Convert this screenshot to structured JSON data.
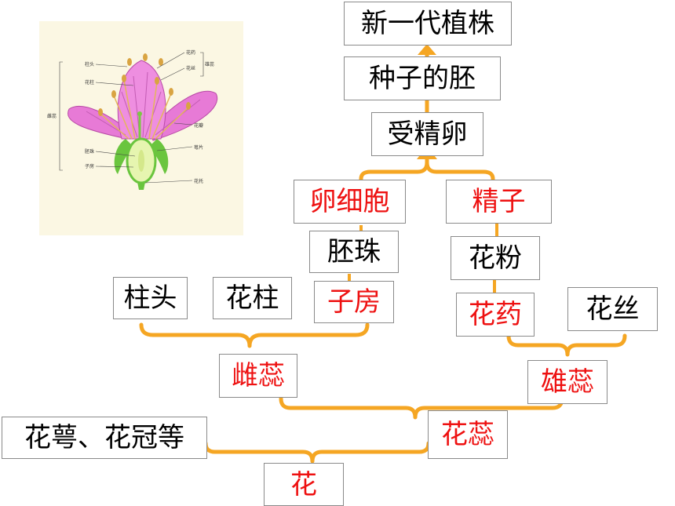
{
  "colors": {
    "bracket": "#f5a623",
    "red_text": "#ee1111",
    "box_border": "#8a8a8a",
    "petal": "#e77ad6",
    "sepal": "#6ac53e",
    "illustration_bg": "#fbf7e3"
  },
  "illustration": {
    "icon": "flower-cross-section-icon",
    "labels": {
      "stigma": "柱头",
      "style": "花柱",
      "pistil": "雌蕊",
      "ovule": "胚珠",
      "ovary": "子房",
      "anther": "花药",
      "filament": "花丝",
      "stamen": "雄蕊",
      "petal": "花瓣",
      "sepal": "萼片",
      "receptacle": "花托"
    }
  },
  "nodes": {
    "new_plant": "新一代植株",
    "embryo": "种子的胚",
    "zygote": "受精卵",
    "egg_cell": "卵细胞",
    "sperm": "精子",
    "ovule": "胚珠",
    "pollen": "花粉",
    "stigma": "柱头",
    "style": "花柱",
    "ovary": "子房",
    "anther": "花药",
    "filament": "花丝",
    "pistil": "雌蕊",
    "stamen": "雄蕊",
    "calyx_corolla": "花萼、花冠等",
    "stamens_pistils": "花蕊",
    "flower": "花"
  }
}
